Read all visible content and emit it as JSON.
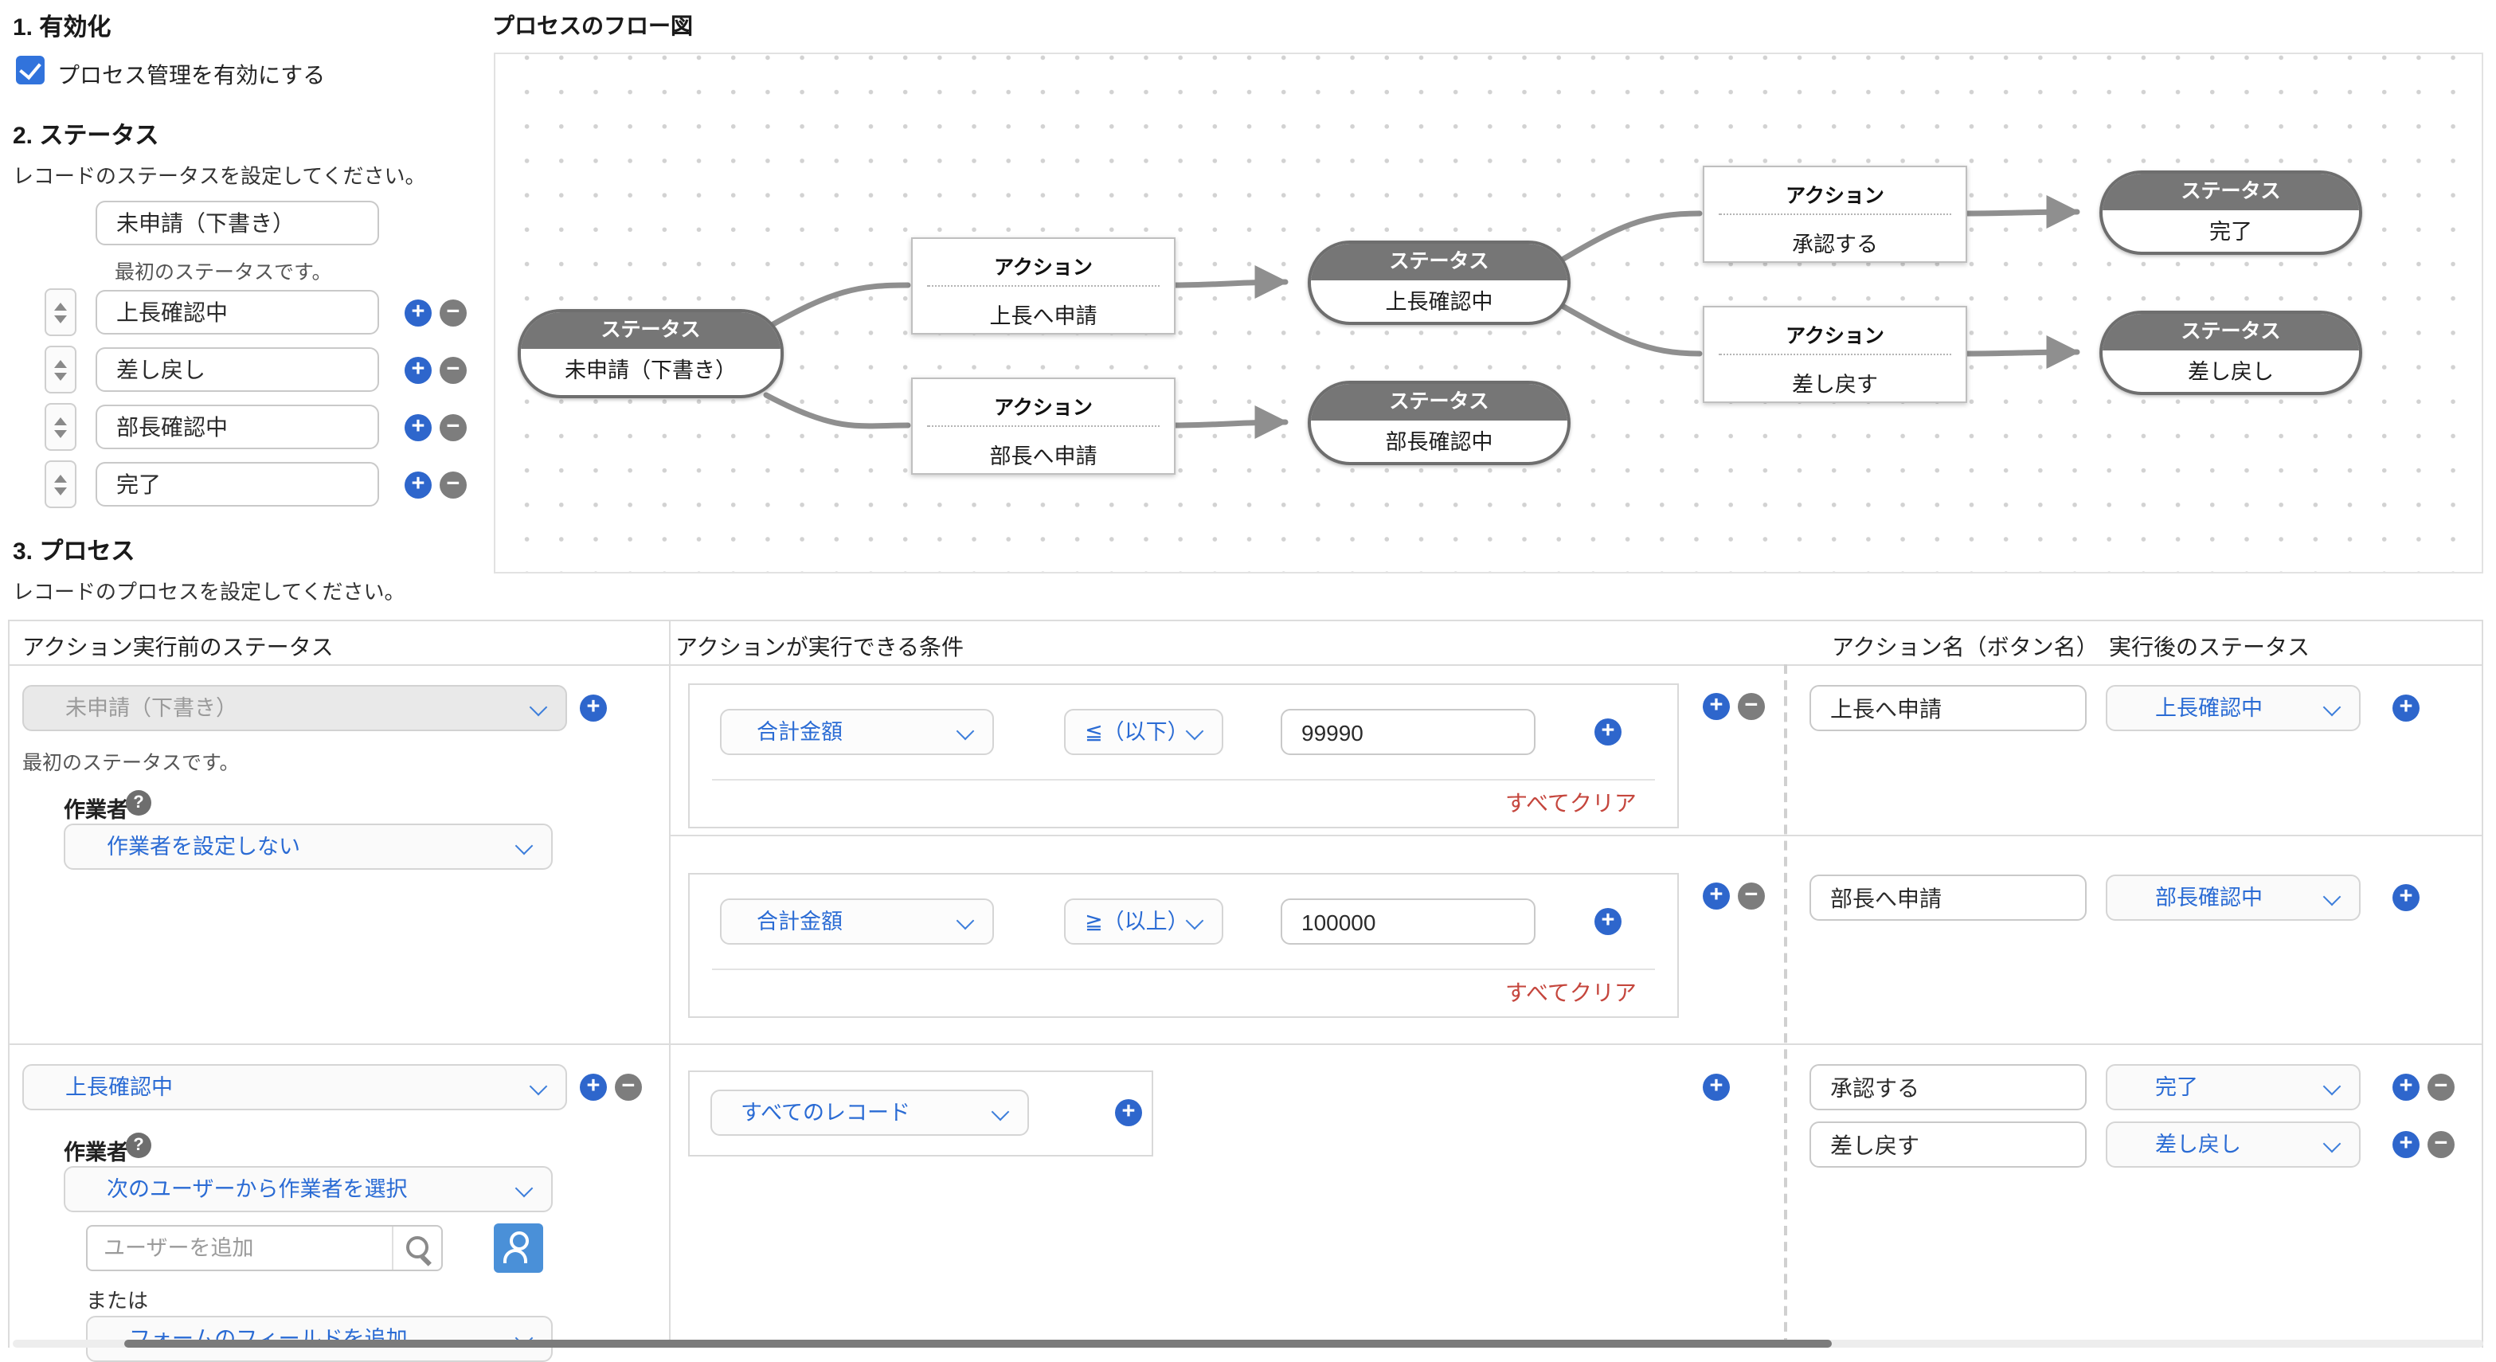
{
  "activation": {
    "heading": "1. 有効化",
    "checkbox_label": "プロセス管理を有効にする",
    "checked": true
  },
  "status_section": {
    "heading": "2. ステータス",
    "description": "レコードのステータスを設定してください。",
    "first_status": "未申請（下書き）",
    "first_status_note": "最初のステータスです。",
    "statuses": [
      "上長確認中",
      "差し戻し",
      "部長確認中",
      "完了"
    ]
  },
  "flow": {
    "title": "プロセスのフロー図",
    "status_label": "ステータス",
    "action_label": "アクション",
    "status_nodes": [
      "未申請（下書き）",
      "上長確認中",
      "部長確認中",
      "完了",
      "差し戻し"
    ],
    "action_nodes": [
      "上長へ申請",
      "部長へ申請",
      "承認する",
      "差し戻す"
    ]
  },
  "process_section": {
    "heading": "3. プロセス",
    "description": "レコードのプロセスを設定してください。",
    "columns": {
      "before_status": "アクション実行前のステータス",
      "condition": "アクションが実行できる条件",
      "action_name": "アクション名（ボタン名）",
      "after_status": "実行後のステータス"
    },
    "worker_label": "作業者",
    "clear_all": "すべてクリア",
    "group1": {
      "status": "未申請（下書き）",
      "note": "最初のステータスです。",
      "worker_value": "作業者を設定しない",
      "rows": [
        {
          "field": "合計金額",
          "operator": "≦（以下）",
          "value": "99990",
          "action_name": "上長へ申請",
          "after_status": "上長確認中"
        },
        {
          "field": "合計金額",
          "operator": "≧（以上）",
          "value": "100000",
          "action_name": "部長へ申請",
          "after_status": "部長確認中"
        }
      ]
    },
    "group2": {
      "status": "上長確認中",
      "worker_value": "次のユーザーから作業者を選択",
      "user_search_placeholder": "ユーザーを追加",
      "or_label": "または",
      "form_field_value": "フォームのフィールドを追加",
      "condition_value": "すべてのレコード",
      "rows": [
        {
          "action_name": "承認する",
          "after_status": "完了"
        },
        {
          "action_name": "差し戻す",
          "after_status": "差し戻し"
        }
      ]
    }
  },
  "icons": {
    "plus": "+",
    "minus": "−",
    "question": "?"
  },
  "colors": {
    "accent_blue": "#3173dc",
    "link_blue": "#2a6bd4",
    "danger_red": "#c5463d",
    "node_gray": "#767676"
  }
}
